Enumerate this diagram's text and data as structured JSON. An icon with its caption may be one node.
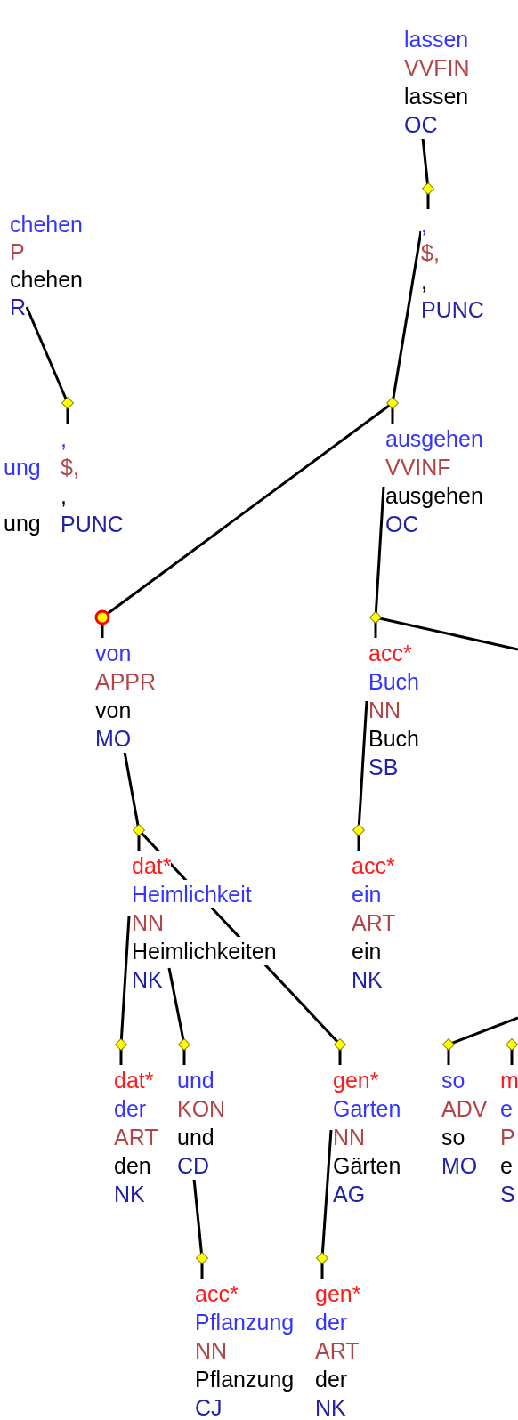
{
  "diagram": {
    "nodes": [
      {
        "text": [
          "lassen",
          "VVFIN",
          "lassen",
          "OC"
        ]
      },
      {
        "text": [
          "chehen",
          "P",
          "chehen",
          "R"
        ]
      },
      {
        "text": [
          ",",
          "$,",
          ",",
          "PUNC"
        ]
      },
      {
        "text": [
          ",",
          "$,",
          ",",
          "PUNC"
        ]
      },
      {
        "text": [
          "ung",
          "ung"
        ]
      },
      {
        "text": [
          "ausgehen",
          "VVINF",
          "ausgehen",
          "OC"
        ]
      },
      {
        "text": [
          "von",
          "APPR",
          "von",
          "MO"
        ]
      },
      {
        "text": [
          "acc*",
          "Buch",
          "NN",
          "Buch",
          "SB"
        ]
      },
      {
        "text": [
          "dat*",
          "Heimlichkeit",
          "NN",
          "Heimlichkeiten",
          "NK"
        ]
      },
      {
        "text": [
          "acc*",
          "ein",
          "ART",
          "ein",
          "NK"
        ]
      },
      {
        "text": [
          "dat*",
          "der",
          "ART",
          "den",
          "NK"
        ]
      },
      {
        "text": [
          "und",
          "KON",
          "und",
          "CD"
        ]
      },
      {
        "text": [
          "gen*",
          "Garten",
          "NN",
          "Gärten",
          "AG"
        ]
      },
      {
        "text": [
          "so",
          "ADV",
          "so",
          "MO"
        ]
      },
      {
        "text": [
          "m",
          "e",
          "P",
          "e",
          "S"
        ]
      },
      {
        "text": [
          "acc*",
          "Pflanzung",
          "NN",
          "Pflanzung",
          "CJ"
        ]
      },
      {
        "text": [
          "gen*",
          "der",
          "ART",
          "der",
          "NK"
        ]
      }
    ],
    "edges": [
      {
        "from": 1,
        "to": 3,
        "arrow": "none"
      },
      {
        "from": 0,
        "to": 2,
        "arrow": "none"
      },
      {
        "from": 2,
        "to": 5,
        "arrow": "none"
      },
      {
        "from": 5,
        "to": 6,
        "arrow": "none"
      },
      {
        "from": 5,
        "to": 7,
        "arrow": "none"
      },
      {
        "from": 7,
        "to": null,
        "arrow": "none"
      },
      {
        "from": 7,
        "to": 9,
        "arrow": "none"
      },
      {
        "from": 6,
        "to": 8,
        "arrow": "none"
      },
      {
        "from": 8,
        "to": 10,
        "arrow": "none"
      },
      {
        "from": 8,
        "to": 11,
        "arrow": "none"
      },
      {
        "from": 8,
        "to": 12,
        "arrow": "none"
      },
      {
        "from": 11,
        "to": 15,
        "arrow": "none"
      },
      {
        "from": 12,
        "to": 16,
        "arrow": "none"
      },
      {
        "from": 13,
        "to": null,
        "arrow": "none"
      }
    ]
  }
}
